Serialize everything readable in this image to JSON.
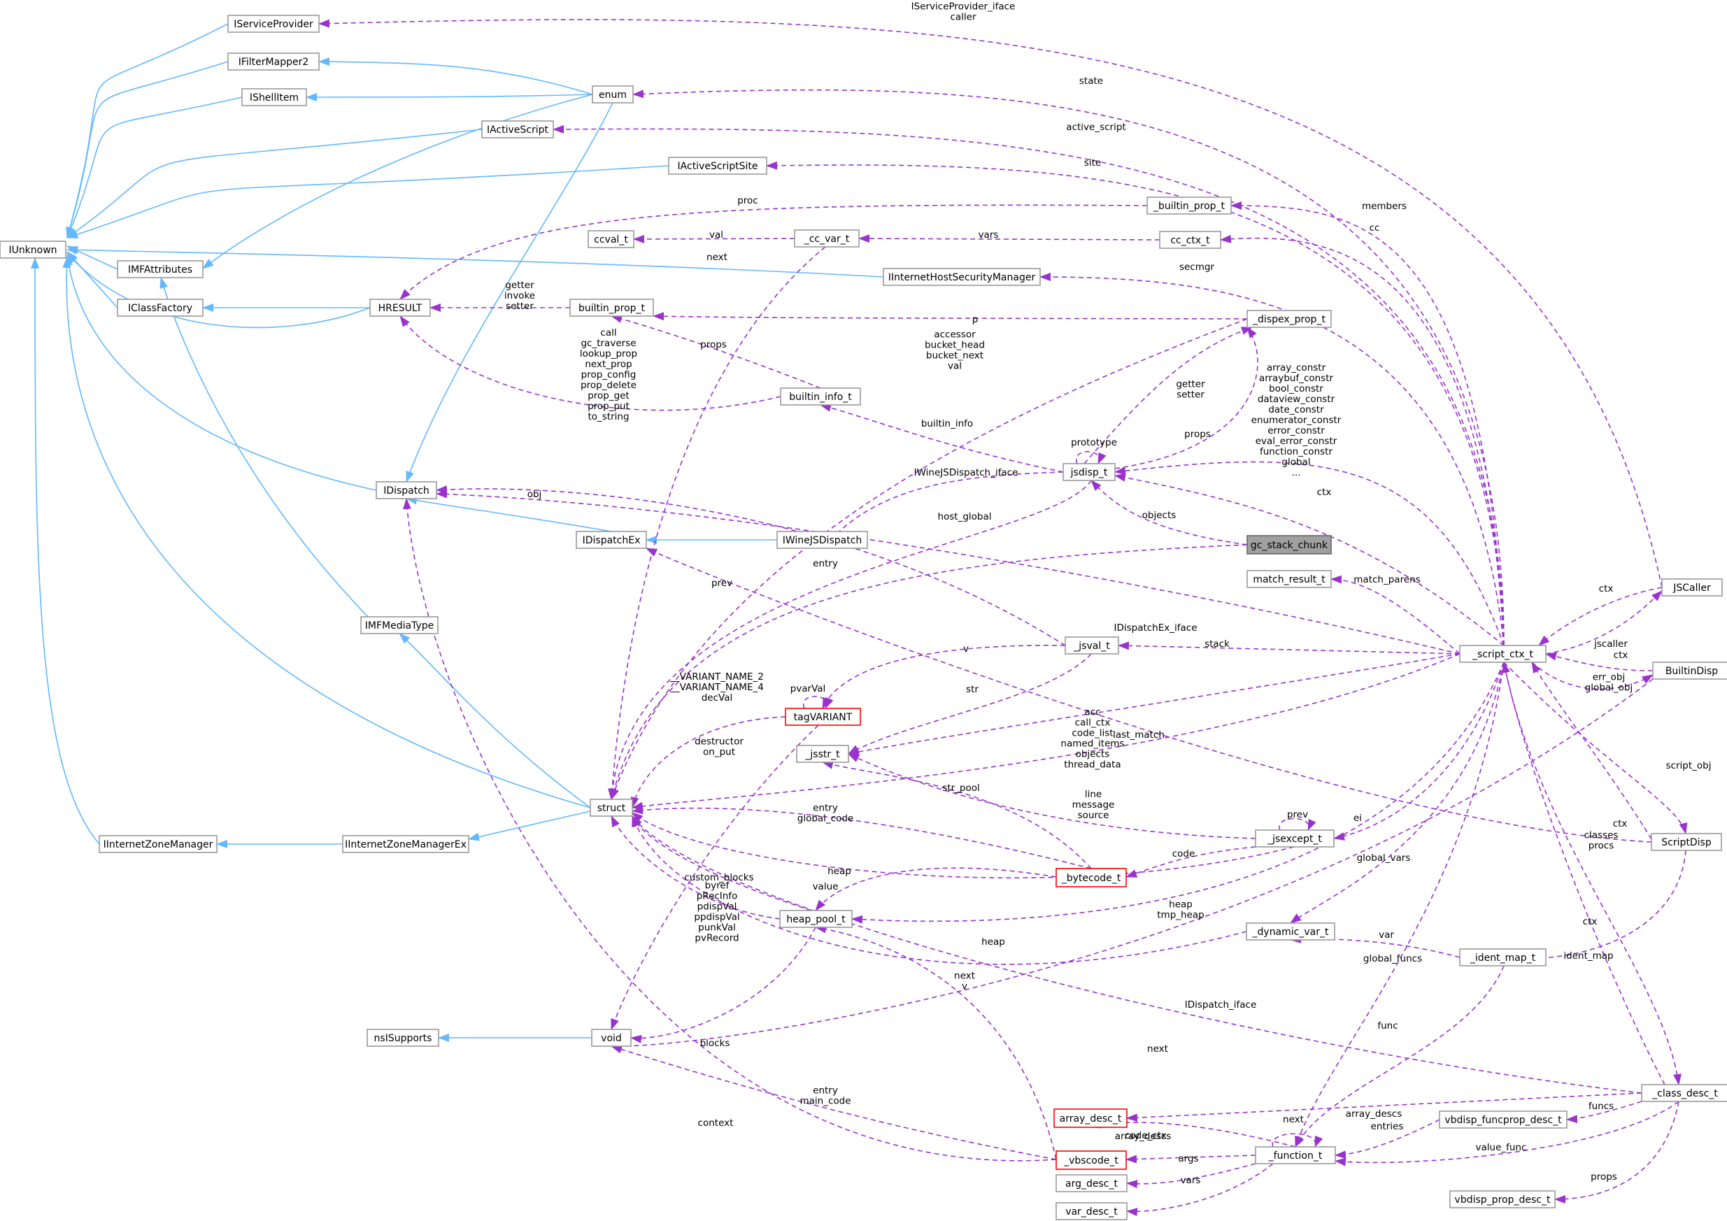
{
  "colors": {
    "inheritance": "#63b8ff",
    "reference": "#9a32cd",
    "node_border": "#999999",
    "incomplete_border": "#ff0000",
    "focus_fill": "#a0a0a0"
  },
  "nodes": {
    "IServiceProvider": "IServiceProvider",
    "IFilterMapper2": "IFilterMapper2",
    "IShellItem": "IShellItem",
    "enum": "enum",
    "IActiveScript": "IActiveScript",
    "IActiveScriptSite": "IActiveScriptSite",
    "IUnknown": "IUnknown",
    "builtin_prop_outer": "_builtin_prop_t",
    "ccval_t": "ccval_t",
    "cc_var_t": "_cc_var_t",
    "cc_ctx_t": "cc_ctx_t",
    "IMFAttributes": "IMFAttributes",
    "IInternetHostSecurityManager": "IInternetHostSecurityManager",
    "IClassFactory": "IClassFactory",
    "HRESULT": "HRESULT",
    "builtin_prop_t": "builtin_prop_t",
    "dispex_prop_t": "_dispex_prop_t",
    "builtin_info_t": "builtin_info_t",
    "jsdisp_t": "jsdisp_t",
    "IDispatch": "IDispatch",
    "IDispatchEx": "IDispatchEx",
    "IWineJSDispatch": "IWineJSDispatch",
    "gc_stack_chunk": "gc_stack_chunk",
    "match_result_t": "match_result_t",
    "JSCaller": "JSCaller",
    "IMFMediaType": "IMFMediaType",
    "jsval_t": "_jsval_t",
    "script_ctx_t": "_script_ctx_t",
    "BuiltinDisp": "BuiltinDisp",
    "tagVARIANT": "tagVARIANT",
    "jsstr_t": "_jsstr_t",
    "struct": "struct",
    "IInternetZoneManager": "IInternetZoneManager",
    "IInternetZoneManagerEx": "IInternetZoneManagerEx",
    "jsexcept_t": "_jsexcept_t",
    "ScriptDisp": "ScriptDisp",
    "bytecode_t": "_bytecode_t",
    "heap_pool_t": "heap_pool_t",
    "dynamic_var_t": "_dynamic_var_t",
    "ident_map_t": "_ident_map_t",
    "nsISupports": "nsISupports",
    "void": "void",
    "array_desc_t": "array_desc_t",
    "class_desc_t": "_class_desc_t",
    "vbdisp_funcprop_desc_t": "vbdisp_funcprop_desc_t",
    "vbscode_t": "_vbscode_t",
    "function_t": "_function_t",
    "arg_desc_t": "arg_desc_t",
    "var_desc_t": "var_desc_t",
    "vbdisp_prop_desc_t": "vbdisp_prop_desc_t"
  },
  "labels": {
    "isp_iface": [
      "IServiceProvider_iface",
      "caller"
    ],
    "state": [
      "state"
    ],
    "active_script": [
      "active_script"
    ],
    "site": [
      "site"
    ],
    "proc": [
      "proc"
    ],
    "members": [
      "members"
    ],
    "val": [
      "val"
    ],
    "vars_cc": [
      "vars"
    ],
    "cc": [
      "cc"
    ],
    "next_cc": [
      "next"
    ],
    "secmgr": [
      "secmgr"
    ],
    "getter_invoke": [
      "getter",
      "invoke",
      "setter"
    ],
    "p": [
      "p"
    ],
    "accessor": [
      "accessor",
      "bucket_head",
      "bucket_next",
      "val"
    ],
    "call_list": [
      "call",
      "gc_traverse",
      "lookup_prop",
      "next_prop",
      "prop_config",
      "prop_delete",
      "prop_get",
      "prop_put",
      "to_string"
    ],
    "props_bi": [
      "props"
    ],
    "getter_setter": [
      "getter",
      "setter"
    ],
    "props_js": [
      "props"
    ],
    "constr_list": [
      "array_constr",
      "arraybuf_constr",
      "bool_constr",
      "dataview_constr",
      "date_constr",
      "enumerator_constr",
      "error_constr",
      "eval_error_constr",
      "function_constr",
      "global",
      "..."
    ],
    "builtin_info": [
      "builtin_info"
    ],
    "prototype": [
      "prototype"
    ],
    "iwine_iface": [
      "IWineJSDispatch_iface"
    ],
    "obj": [
      "obj"
    ],
    "host_global": [
      "host_global"
    ],
    "ctx_js": [
      "ctx"
    ],
    "objects": [
      "objects"
    ],
    "entry": [
      "entry"
    ],
    "prev_gc": [
      "prev"
    ],
    "match_parens": [
      "match_parens"
    ],
    "ctx_jscaller": [
      "ctx"
    ],
    "jscaller": [
      "jscaller"
    ],
    "ctx_builtin": [
      "ctx"
    ],
    "err_obj": [
      "err_obj",
      "global_obj"
    ],
    "idispex_iface": [
      "IDispatchEx_iface"
    ],
    "v": [
      "v"
    ],
    "stack": [
      "stack"
    ],
    "pvarval": [
      "pvarVal"
    ],
    "variant_name": [
      "__VARIANT_NAME_2",
      "__VARIANT_NAME_4",
      "decVal"
    ],
    "str": [
      "str"
    ],
    "last_match": [
      "last_match"
    ],
    "destructor": [
      "destructor",
      "on_put"
    ],
    "acc_list": [
      "acc",
      "call_ctx",
      "code_list",
      "named_items",
      "objects",
      "thread_data"
    ],
    "script_obj": [
      "script_obj"
    ],
    "str_pool": [
      "str_pool"
    ],
    "line_msg": [
      "line",
      "message",
      "source"
    ],
    "prev_ex": [
      "prev"
    ],
    "ei": [
      "ei"
    ],
    "ctx_script": [
      "ctx"
    ],
    "entry_global": [
      "entry",
      "global_code"
    ],
    "code": [
      "code"
    ],
    "heap_bc": [
      "heap"
    ],
    "custom_blocks": [
      "custom_blocks"
    ],
    "value": [
      "value"
    ],
    "global_vars": [
      "global_vars"
    ],
    "classes_procs": [
      "classes",
      "procs"
    ],
    "heap_tmp": [
      "heap",
      "tmp_heap"
    ],
    "byref_list": [
      "byref",
      "pRecInfo",
      "pdispVal",
      "ppdispVal",
      "punkVal",
      "pvRecord"
    ],
    "var_dyn": [
      "var"
    ],
    "ctx_class": [
      "ctx"
    ],
    "heap_vb": [
      "heap"
    ],
    "next_v": [
      "next",
      "v"
    ],
    "global_funcs": [
      "global_funcs"
    ],
    "ident_map": [
      "ident_map"
    ],
    "idispatch_iface": [
      "IDispatch_iface"
    ],
    "func": [
      "func"
    ],
    "blocks": [
      "blocks"
    ],
    "next_class": [
      "next"
    ],
    "next_func": [
      "next"
    ],
    "array_descs_cls": [
      "array_descs"
    ],
    "entry_main": [
      "entry",
      "main_code"
    ],
    "funcs": [
      "funcs"
    ],
    "array_descs_fn": [
      "array_descs"
    ],
    "entries": [
      "entries"
    ],
    "context": [
      "context"
    ],
    "code_ctx": [
      "code_ctx"
    ],
    "value_func": [
      "value_func"
    ],
    "args": [
      "args"
    ],
    "vars_fn": [
      "vars"
    ],
    "props_cls": [
      "props"
    ]
  }
}
